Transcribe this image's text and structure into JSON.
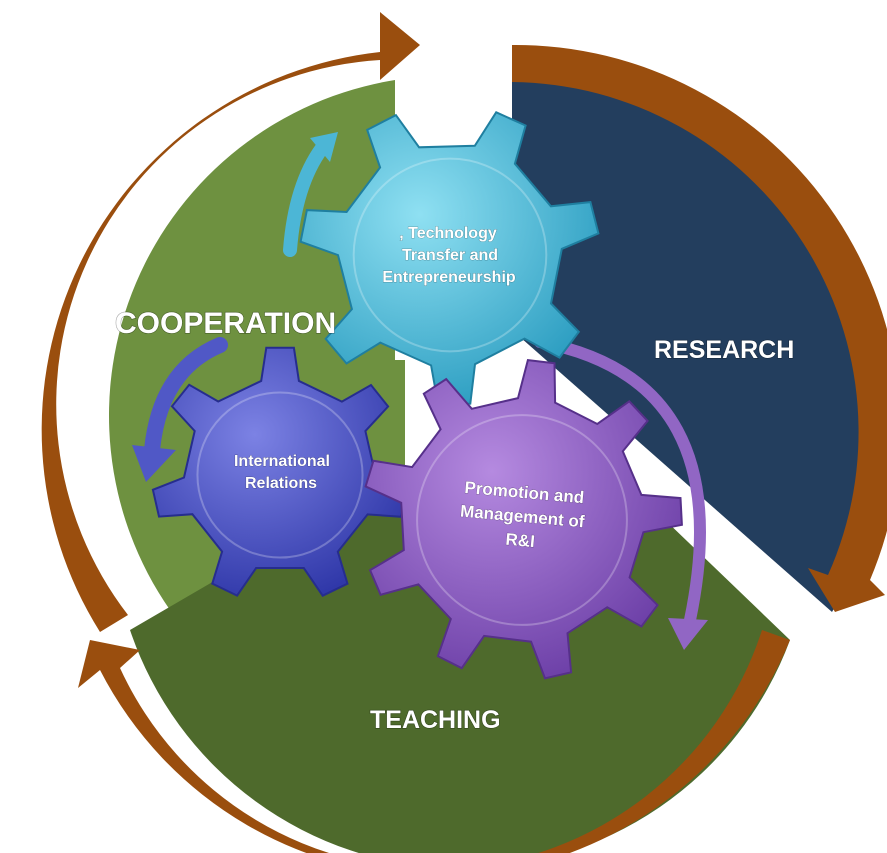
{
  "sectors": {
    "cooperation": {
      "label": "COOPERATION",
      "color": "#6e9140"
    },
    "research": {
      "label": "RESEARCH",
      "color": "#233e5e"
    },
    "teaching": {
      "label": "TEACHING",
      "color": "#4e6a2c"
    }
  },
  "outer_arrow_color": "#9a4e0e",
  "gears": {
    "technology_transfer": {
      "lines": [
        ", Technology",
        "Transfer and",
        "Entrepreneurship"
      ],
      "color": "#43b7d6"
    },
    "international_relations": {
      "lines": [
        "International",
        "Relations"
      ],
      "color": "#4a51c4"
    },
    "promotion_management": {
      "lines": [
        "Promotion and",
        "Management of",
        "R&I"
      ],
      "color": "#8d5bc1"
    }
  },
  "inner_arrow_colors": {
    "technology_transfer": "#4cb6d6",
    "international_relations": "#5058c6",
    "promotion_management": "#9166c4"
  }
}
